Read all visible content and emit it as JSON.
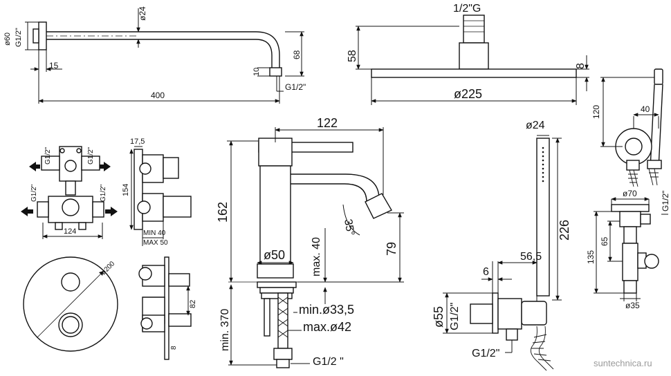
{
  "shower_arm": {
    "dia_pipe": "ø24",
    "dia_flange": "ø60",
    "thread_wall": "G1/2\"",
    "flange_depth": "15",
    "length": "400",
    "drop": "68",
    "outlet_len": "10",
    "thread_outlet": "G1/2\""
  },
  "shower_head": {
    "thread": "1/2\"G",
    "height": "58",
    "thickness": "8",
    "diameter": "ø225"
  },
  "mixer_valve": {
    "thread_top_left": "G1/2\"",
    "thread_top_right": "G1/2\"",
    "thread_bottom_left": "G1/2\"",
    "thread_bottom_right": "G1/2\"",
    "width": "124",
    "depth": "17,5",
    "height": "154",
    "wall_min": "MIN 40",
    "wall_max": "MAX 50"
  },
  "trim_plate": {
    "diameter": "ø200",
    "offset": "82",
    "plate_thickness": "8"
  },
  "basin_mixer": {
    "spout_reach": "122",
    "height": "162",
    "spout_angle": "35°",
    "spout_clearance": "79",
    "base_dia": "ø50",
    "deck_max": "max. 40",
    "hose_min_len": "min. 370",
    "hole_min": "min.ø33,5",
    "hole_max": "max.ø42",
    "thread": "G1/2 \""
  },
  "bidet_shower": {
    "dia_top": "ø24",
    "height": "226",
    "dim_6": "6",
    "dim_56_5": "56,5",
    "dia_55": "ø55",
    "thread_left": "G1/2\"",
    "thread_bottom": "G1/2\""
  },
  "handshower_holder": {
    "height": "120",
    "width": "40"
  },
  "angle_valve": {
    "dia_top": "ø70",
    "thread": "G1/2\"",
    "height_total": "135",
    "height_inner": "65",
    "dia_bottom": "ø35"
  },
  "watermark": "suntechnica.ru"
}
